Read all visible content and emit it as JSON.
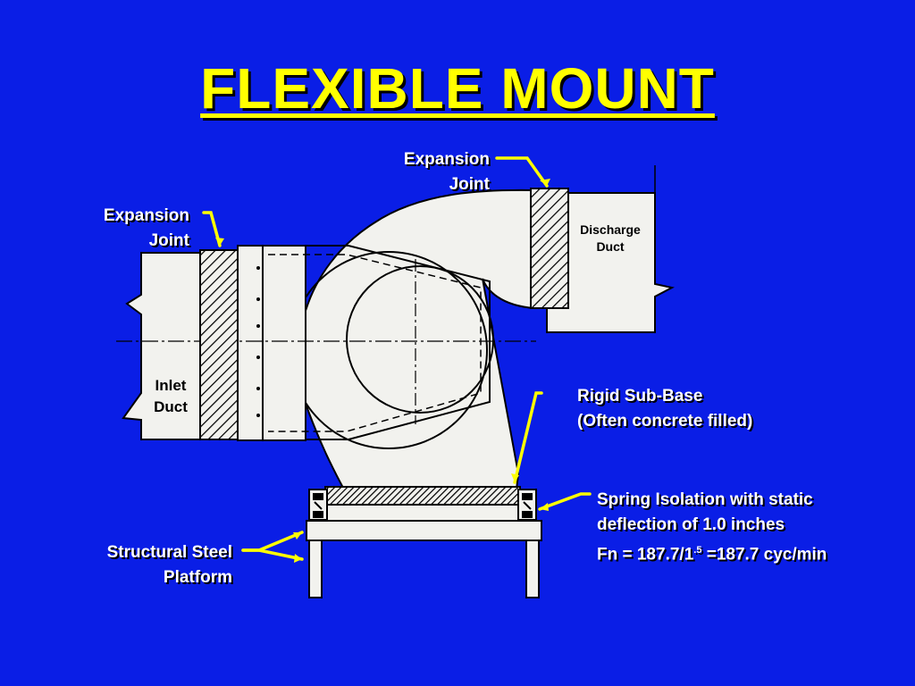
{
  "title": "FLEXIBLE MOUNT",
  "labels": {
    "expansion_joint_top": [
      "Expansion",
      "Joint"
    ],
    "expansion_joint_left": [
      "Expansion",
      "Joint"
    ],
    "discharge_duct": [
      "Discharge",
      "Duct"
    ],
    "inlet_duct": [
      "Inlet",
      "Duct"
    ],
    "rigid_sub_base": [
      "Rigid Sub-Base",
      "(Often concrete filled)"
    ],
    "spring_isolation": {
      "line1": "Spring Isolation with static",
      "line2": "deflection of 1.0 inches",
      "fn_prefix": "Fn = 187.7/1",
      "fn_exp": ".5",
      "fn_suffix": " =187.7 cyc/min"
    },
    "structural_steel": [
      "Structural Steel",
      "Platform"
    ]
  },
  "colors": {
    "background": "#0a1ee6",
    "title": "#ffff00",
    "arrow": "#ffff00",
    "equipment_fill": "#f2f2ee",
    "line": "#000000"
  }
}
